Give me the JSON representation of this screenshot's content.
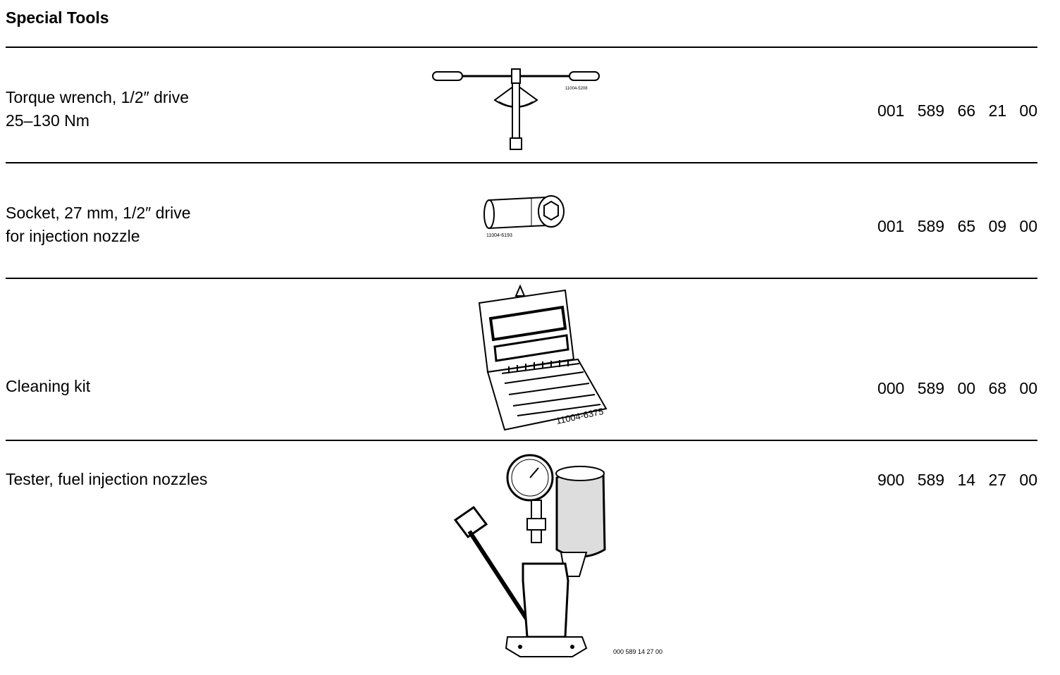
{
  "page": {
    "title": "Special Tools"
  },
  "tools": [
    {
      "lines": [
        "Torque wrench, 1/2″ drive",
        "25–130 Nm"
      ],
      "part_number": "001 589 66 21 00",
      "figure_label": "11004-5208",
      "icon": "torque-wrench-icon"
    },
    {
      "lines": [
        "Socket, 27 mm, 1/2″ drive",
        "for injection nozzle"
      ],
      "part_number": "001 589 65 09 00",
      "figure_label": "11004-6193",
      "icon": "socket-icon"
    },
    {
      "lines": [
        "Cleaning kit"
      ],
      "part_number": "000 589 00 68 00",
      "figure_label": "11004-6375",
      "icon": "cleaning-kit-icon"
    },
    {
      "lines": [
        "Tester, fuel injection nozzles"
      ],
      "part_number": "900 589 14 27 00",
      "figure_label": "000 589 14 27 00",
      "icon": "nozzle-tester-icon"
    }
  ]
}
